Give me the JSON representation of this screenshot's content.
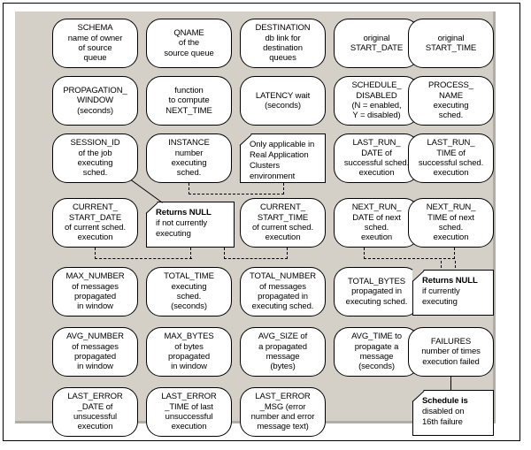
{
  "diagram": {
    "title": "Propagation schedule attributes diagram",
    "background_color": "#d4d0c8",
    "node_fill": "#ffffff",
    "line_color": "#000000",
    "nodes": [
      {
        "id": "schema",
        "lines": [
          "SCHEMA",
          "name of owner",
          "of source",
          "queue"
        ]
      },
      {
        "id": "qname",
        "lines": [
          "QNAME",
          "of the",
          "source queue"
        ]
      },
      {
        "id": "destination",
        "lines": [
          "DESTINATION",
          "db link for",
          "destination",
          "queues"
        ]
      },
      {
        "id": "start-date",
        "lines": [
          "original",
          "START_DATE"
        ]
      },
      {
        "id": "start-time",
        "lines": [
          "original",
          "START_TIME"
        ]
      },
      {
        "id": "propagation-window",
        "lines": [
          "PROPAGATION_",
          "WINDOW",
          "(seconds)"
        ]
      },
      {
        "id": "next-time",
        "lines": [
          "function",
          "to compute",
          "NEXT_TIME"
        ]
      },
      {
        "id": "latency",
        "lines": [
          "LATENCY wait",
          "(seconds)"
        ]
      },
      {
        "id": "schedule-disabled",
        "lines": [
          "SCHEDULE_",
          "DISABLED",
          "(N = enabled,",
          "Y = disabled)"
        ]
      },
      {
        "id": "process-name",
        "lines": [
          "PROCESS_",
          "NAME",
          "executing",
          "sched."
        ]
      },
      {
        "id": "session-id",
        "lines": [
          "SESSION_ID",
          "of the job",
          "executing",
          "sched."
        ]
      },
      {
        "id": "instance",
        "lines": [
          "INSTANCE",
          "number",
          "executing",
          "sched."
        ]
      },
      {
        "id": "last-run-date",
        "lines": [
          "LAST_RUN_",
          "DATE of",
          "successful sched.",
          "execution"
        ]
      },
      {
        "id": "last-run-time",
        "lines": [
          "LAST_RUN_",
          "TIME of",
          "successful sched.",
          "execution"
        ]
      },
      {
        "id": "current-start-date",
        "lines": [
          "CURRENT_",
          "START_DATE",
          "of current sched.",
          "execution"
        ]
      },
      {
        "id": "current-start-time",
        "lines": [
          "CURRENT_",
          "START_TIME",
          "of current sched.",
          "execution"
        ]
      },
      {
        "id": "next-run-date",
        "lines": [
          "NEXT_RUN_",
          "DATE of next",
          "sched.",
          "exeution"
        ]
      },
      {
        "id": "next-run-time",
        "lines": [
          "NEXT_RUN_",
          "TIME of next",
          "sched.",
          "execution"
        ]
      },
      {
        "id": "max-number",
        "lines": [
          "MAX_NUMBER",
          "of messages",
          "propagated",
          "in window"
        ]
      },
      {
        "id": "total-time",
        "lines": [
          "TOTAL_TIME",
          "executing",
          "sched.",
          "(seconds)"
        ]
      },
      {
        "id": "total-number",
        "lines": [
          "TOTAL_NUMBER",
          "of messages",
          "propagated in",
          "executing sched."
        ]
      },
      {
        "id": "total-bytes",
        "lines": [
          "TOTAL_BYTES",
          "propagated in",
          "executing sched."
        ]
      },
      {
        "id": "avg-number",
        "lines": [
          "AVG_NUMBER",
          "of messages",
          "propagated",
          "in window"
        ]
      },
      {
        "id": "max-bytes",
        "lines": [
          "MAX_BYTES",
          "of bytes",
          "propagated",
          "in window"
        ]
      },
      {
        "id": "avg-size",
        "lines": [
          "AVG_SIZE of",
          "a propagated",
          "message",
          "(bytes)"
        ]
      },
      {
        "id": "avg-time",
        "lines": [
          "AVG_TIME to",
          "propagate a",
          "message",
          "(seconds)"
        ]
      },
      {
        "id": "failures",
        "lines": [
          "FAILURES",
          "number of times",
          "execution failed"
        ]
      },
      {
        "id": "last-error-date",
        "lines": [
          "LAST_ERROR",
          "_DATE of",
          "unsucessful",
          "execution"
        ]
      },
      {
        "id": "last-error-time",
        "lines": [
          "LAST_ERROR",
          "_TIME of last",
          "unsuccessful",
          "execution"
        ]
      },
      {
        "id": "last-error-msg",
        "lines": [
          "LAST_ERROR",
          "_MSG (error",
          "number and error",
          "message text)"
        ]
      }
    ],
    "notes": [
      {
        "id": "note-rac",
        "lines": [
          "Only applicable in",
          "Real Application",
          "Clusters",
          "environment"
        ]
      },
      {
        "id": "note-null-not-exec",
        "lines": [
          "Returns NULL",
          "if not currently",
          "executing"
        ],
        "bold_first": "Returns NULL"
      },
      {
        "id": "note-null-exec",
        "lines": [
          "Returns NULL",
          "if currently",
          "executing"
        ],
        "bold_first": "Returns NULL"
      },
      {
        "id": "note-disabled",
        "lines": [
          "Schedule is",
          "disabled on",
          "16th failure"
        ],
        "bold_first": "Schedule is"
      }
    ]
  }
}
